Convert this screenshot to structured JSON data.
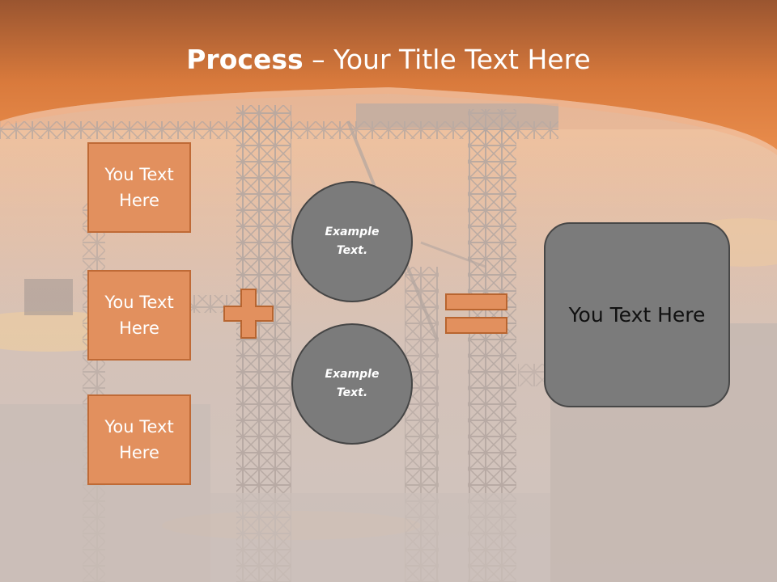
{
  "title": {
    "bold": "Process",
    "rest": " – Your Title Text Here"
  },
  "text_boxes": [
    {
      "label": "You Text Here"
    },
    {
      "label": "You Text Here"
    },
    {
      "label": "You Text Here"
    }
  ],
  "circles": [
    {
      "label": "Example Text."
    },
    {
      "label": "Example Text."
    }
  ],
  "result_box": {
    "label": "You Text Here"
  },
  "colors": {
    "header": "#d97a3c",
    "box_fill": "#e2905e",
    "box_border": "#bf6a36",
    "shape_gray": "#7b7b7b"
  }
}
